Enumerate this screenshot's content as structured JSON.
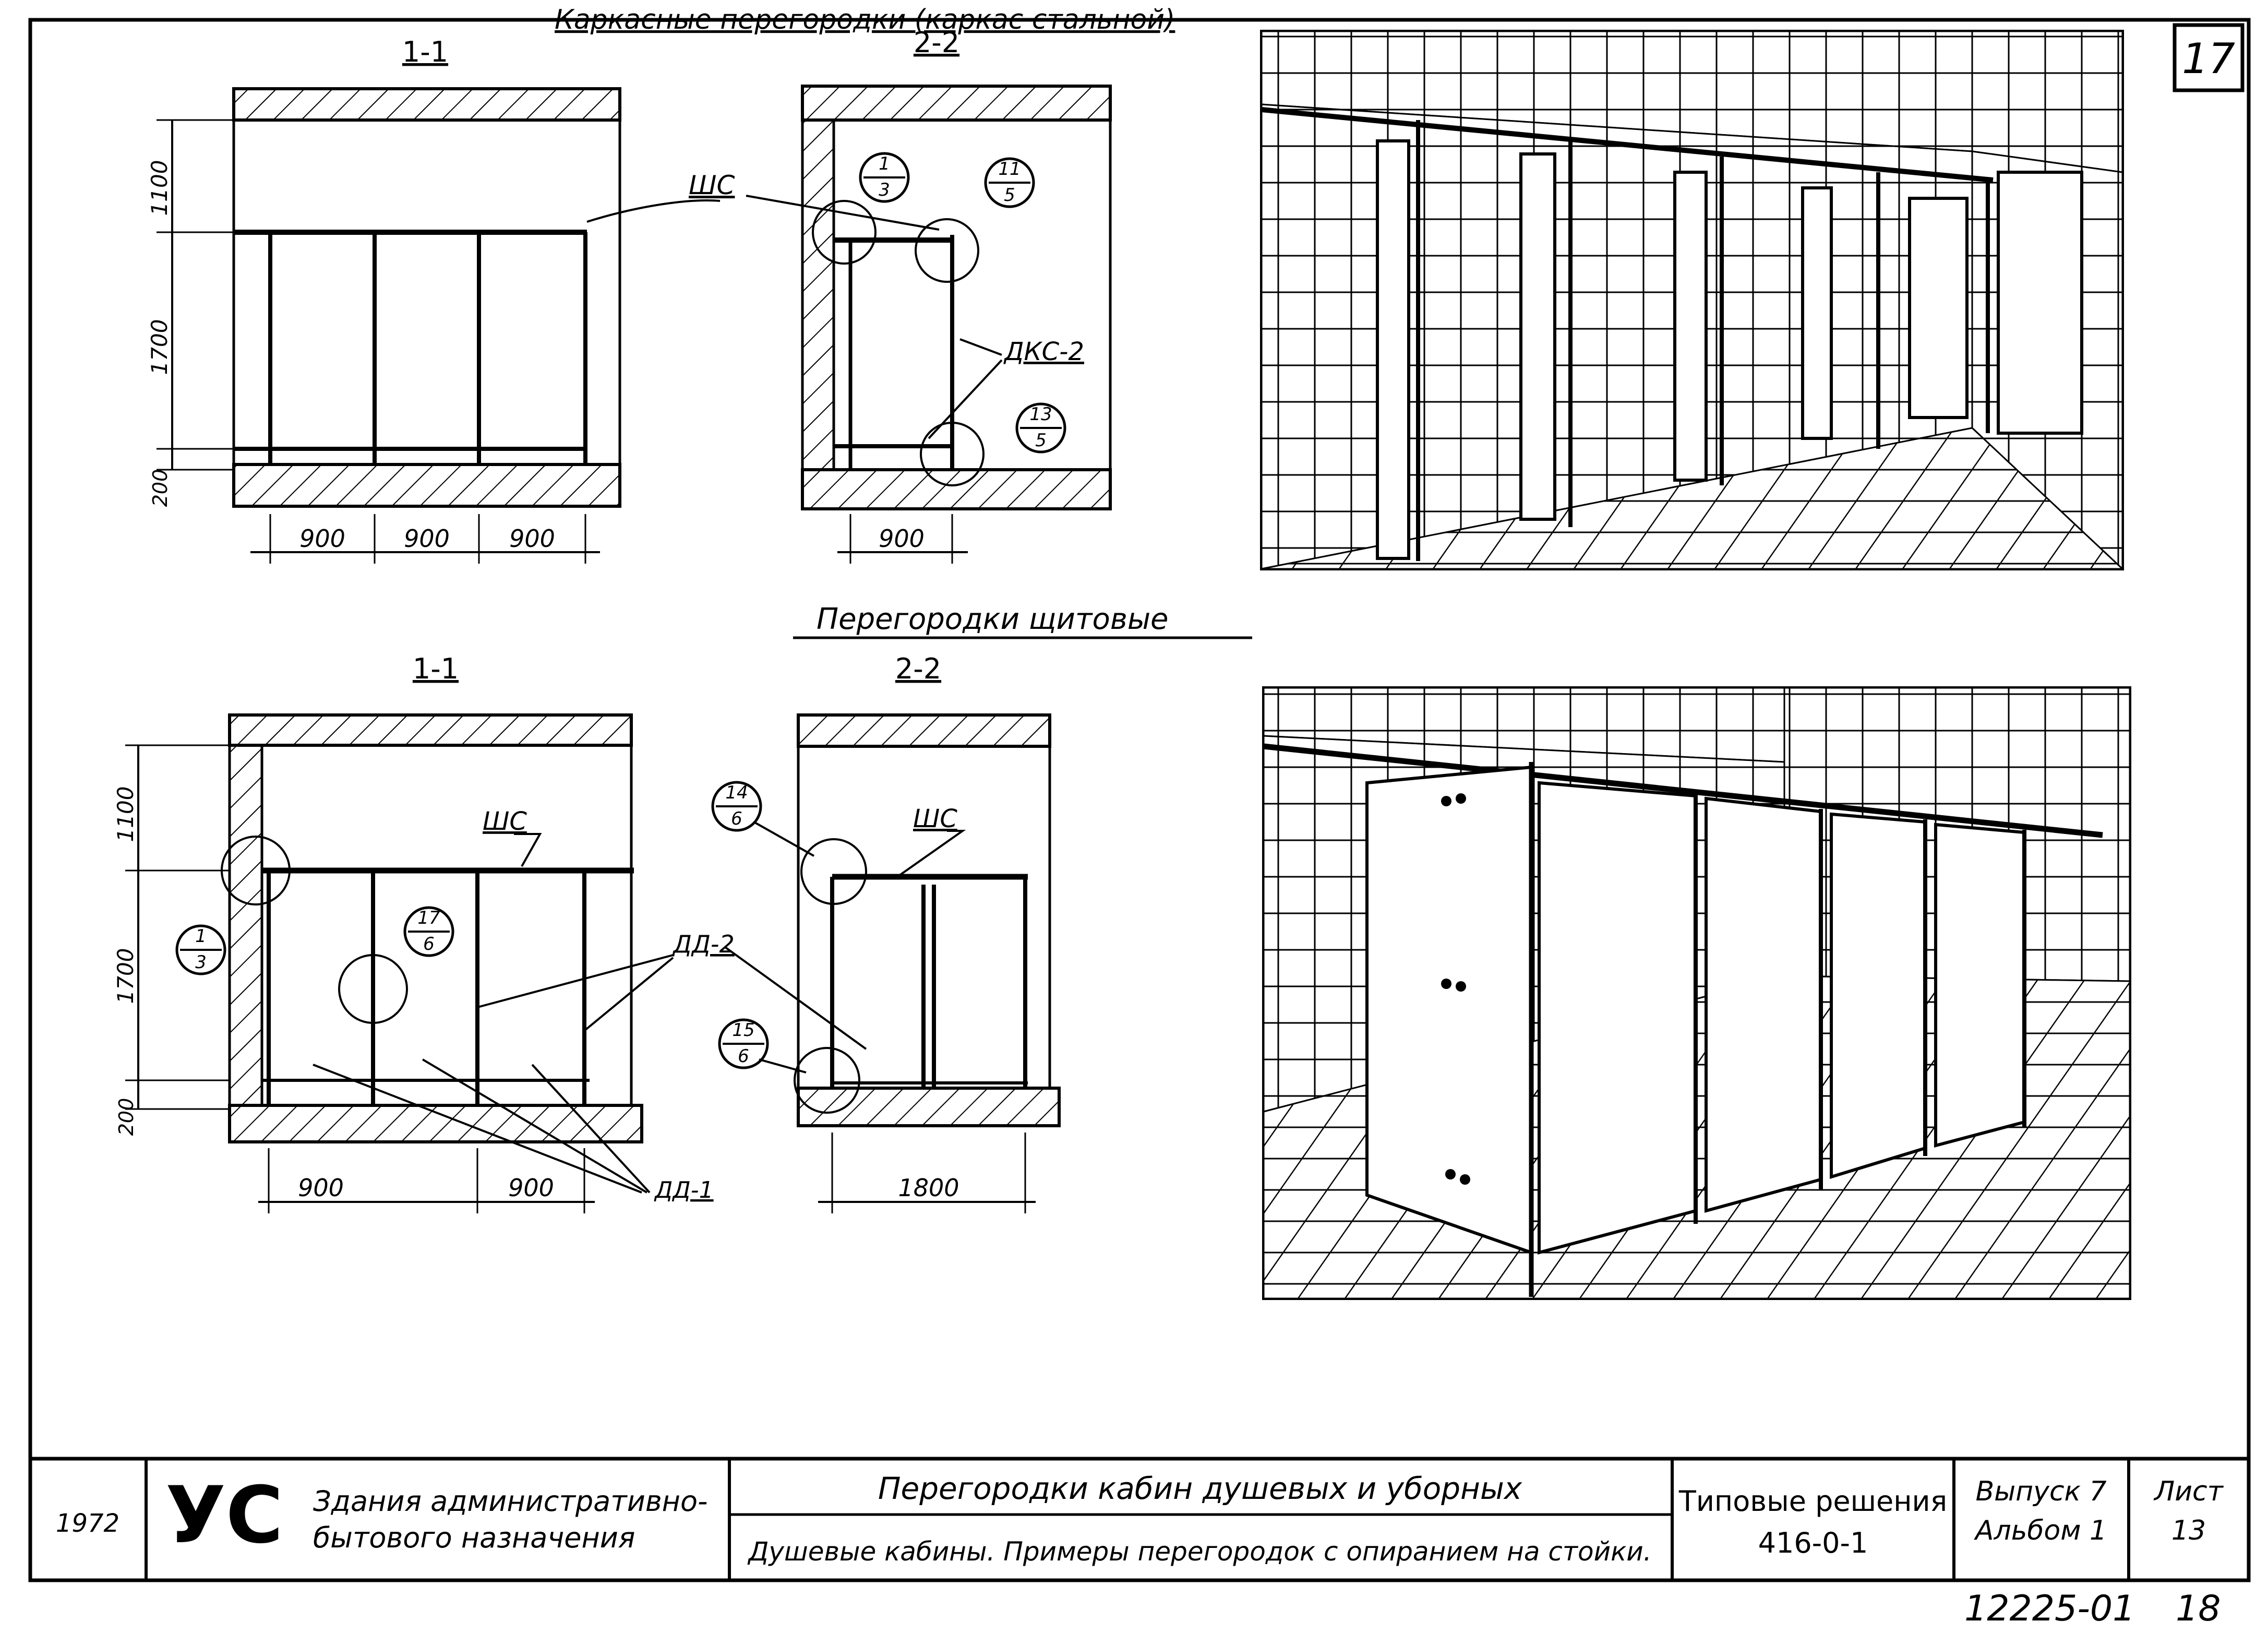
{
  "sheet": {
    "top_title": "Каркасные перегородки (каркас стальной)",
    "sheet_number": "17",
    "mid_title": "Перегородки щитовые",
    "archive_number": "12225-01",
    "archive_page": "18"
  },
  "section_labels": {
    "s11_top": "1-1",
    "s22_top": "2-2",
    "s11_bot": "1-1",
    "s22_bot": "2-2"
  },
  "dimensions": {
    "h1100_top": "1100",
    "h1700_top": "1700",
    "h200_top": "200",
    "w900_a": "900",
    "w900_b": "900",
    "w900_c": "900",
    "w900_top2": "900",
    "h1100_bot": "1100",
    "h1700_bot": "1700",
    "h200_bot": "200",
    "w900_bot_a": "900",
    "w900_bot_b": "900",
    "w1800_bot": "1800"
  },
  "callouts": {
    "top": [
      {
        "num": "1",
        "den": "3"
      },
      {
        "num": "11",
        "den": "5"
      },
      {
        "num": "13",
        "den": "5"
      }
    ],
    "bottom": [
      {
        "num": "1",
        "den": "3"
      },
      {
        "num": "17",
        "den": "6"
      },
      {
        "num": "14",
        "den": "6"
      },
      {
        "num": "15",
        "den": "6"
      }
    ]
  },
  "marks": {
    "shs_top": "ШС",
    "dks2": "ДКС-2",
    "shs_bot1": "ШС",
    "shs_bot2": "ШС",
    "dd2": "ДД-2",
    "dd1": "ДД-1"
  },
  "title_block": {
    "year": "1972",
    "logo": "УС",
    "org_line1": "Здания административно-",
    "org_line2": "бытового назначения",
    "title_line1": "Перегородки кабин душевых и уборных",
    "title_line2": "Душевые кабины. Примеры перегородок с опиранием на стойки.",
    "series_line1": "Типовые решения",
    "series_line2": "416-0-1",
    "issue_line1": "Выпуск 7",
    "issue_line2": "Альбом 1",
    "sheet_label": "Лист",
    "sheet_value": "13"
  }
}
